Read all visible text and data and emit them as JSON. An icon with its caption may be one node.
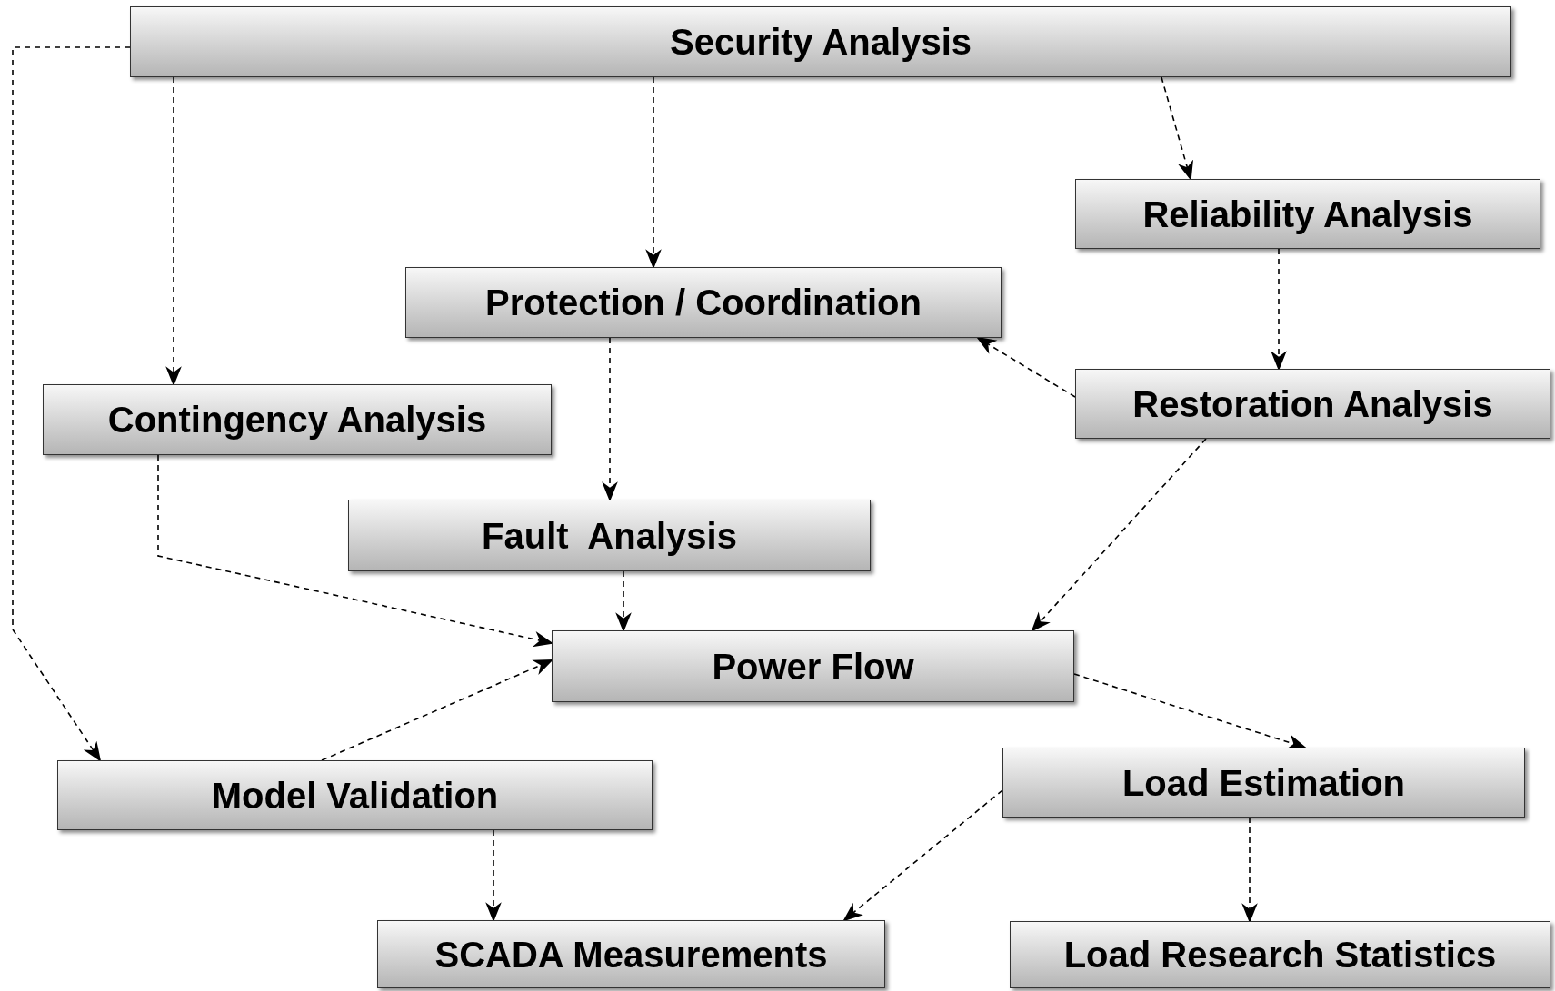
{
  "diagram": {
    "nodes": [
      {
        "text": [
          "Security Analysis"
        ]
      },
      {
        "text": [
          "Reliability Analysis"
        ]
      },
      {
        "text": [
          "Protection / Coordination"
        ]
      },
      {
        "text": [
          "Contingency Analysis"
        ]
      },
      {
        "text": [
          "Restoration Analysis"
        ]
      },
      {
        "text": [
          "Fault  Analysis"
        ]
      },
      {
        "text": [
          "Power Flow"
        ]
      },
      {
        "text": [
          "Model Validation"
        ]
      },
      {
        "text": [
          "Load Estimation"
        ]
      },
      {
        "text": [
          "SCADA Measurements"
        ]
      },
      {
        "text": [
          "Load Research Statistics"
        ]
      }
    ],
    "edges": [
      {
        "from": 0,
        "to": 3,
        "arrow": "to",
        "style": "dashed"
      },
      {
        "from": 0,
        "to": 2,
        "arrow": "to",
        "style": "dashed"
      },
      {
        "from": 0,
        "to": 1,
        "arrow": "to",
        "style": "dashed"
      },
      {
        "from": 0,
        "to": 7,
        "arrow": "to",
        "style": "dashed"
      },
      {
        "from": 1,
        "to": 4,
        "arrow": "to",
        "style": "dashed"
      },
      {
        "from": 4,
        "to": 2,
        "arrow": "to",
        "style": "dashed"
      },
      {
        "from": 4,
        "to": 6,
        "arrow": "to",
        "style": "dashed"
      },
      {
        "from": 2,
        "to": 5,
        "arrow": "to",
        "style": "dashed"
      },
      {
        "from": 3,
        "to": 6,
        "arrow": "to",
        "style": "dashed"
      },
      {
        "from": 5,
        "to": 6,
        "arrow": "to",
        "style": "dashed"
      },
      {
        "from": 7,
        "to": 6,
        "arrow": "to",
        "style": "dashed"
      },
      {
        "from": 6,
        "to": 8,
        "arrow": "to",
        "style": "dashed"
      },
      {
        "from": 8,
        "to": 9,
        "arrow": "to",
        "style": "dashed"
      },
      {
        "from": 8,
        "to": 10,
        "arrow": "to",
        "style": "dashed"
      },
      {
        "from": 7,
        "to": 9,
        "arrow": "to",
        "style": "dashed"
      }
    ]
  }
}
